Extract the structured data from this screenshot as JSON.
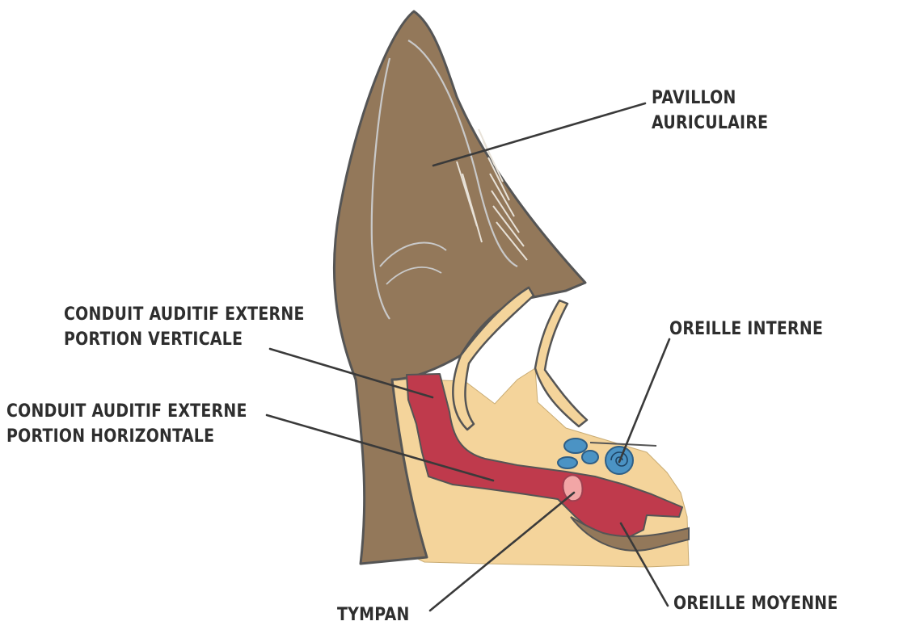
{
  "labels": {
    "pavillon": [
      "PAVILLON",
      "AURICULAIRE"
    ],
    "conduit_vertical": [
      "CONDUIT AUDITIF EXTERNE",
      "PORTION VERTICALE"
    ],
    "conduit_horizontal": [
      "CONDUIT AUDITIF EXTERNE",
      "PORTION HORIZONTALE"
    ],
    "oreille_interne": [
      "OREILLE INTERNE"
    ],
    "oreille_moyenne": [
      "OREILLE MOYENNE"
    ],
    "tympan": [
      "TYMPAN"
    ]
  },
  "colors": {
    "pinna": "#93785a",
    "cartilage": "#f4d49b",
    "canal": "#bf3a4c",
    "inner_ear": "#4b93c4",
    "eardrum": "#f2a6a6",
    "outline": "#5a5a5a",
    "label_text": "#2e2e2e"
  }
}
